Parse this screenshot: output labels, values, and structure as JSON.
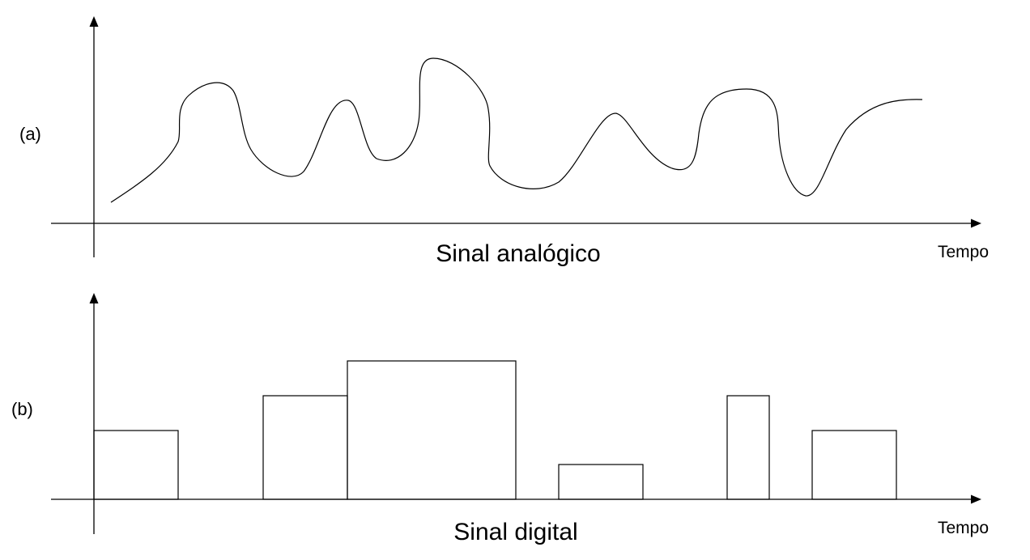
{
  "panel_a": {
    "label": "(a)",
    "title": "Sinal analógico",
    "x_axis_label": "Tempo"
  },
  "panel_b": {
    "label": "(b)",
    "title": "Sinal digital",
    "x_axis_label": "Tempo"
  },
  "colors": {
    "ink": "#000000",
    "background": "#ffffff"
  }
}
